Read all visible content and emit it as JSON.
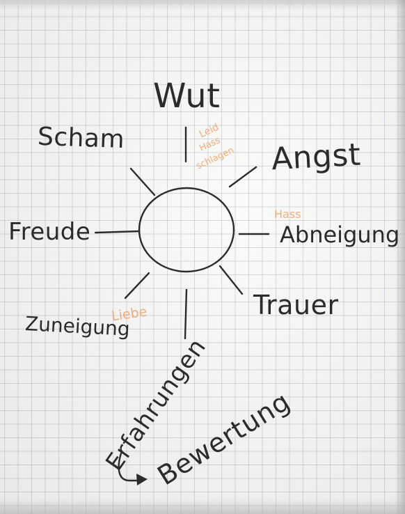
{
  "flipchart": {
    "emotions": {
      "top": "Wut",
      "top_left": "Scham",
      "top_right": "Angst",
      "left": "Freude",
      "right": "Abneigung",
      "bottom_left": "Zuneigung",
      "bottom_right": "Trauer"
    },
    "orange_notes": {
      "near_wut": [
        "Leid",
        "Hass",
        "schlagen"
      ],
      "near_abneigung": "Hass",
      "near_zuneigung": "Liebe"
    },
    "bottom_text": {
      "line1": "Erfahrungen",
      "line2": "Bewertung"
    }
  },
  "colors": {
    "ink": "#2b2b2b",
    "orange_marker": "#f4a46b",
    "paper": "#f4f4f2",
    "grid": "#7c8690"
  }
}
